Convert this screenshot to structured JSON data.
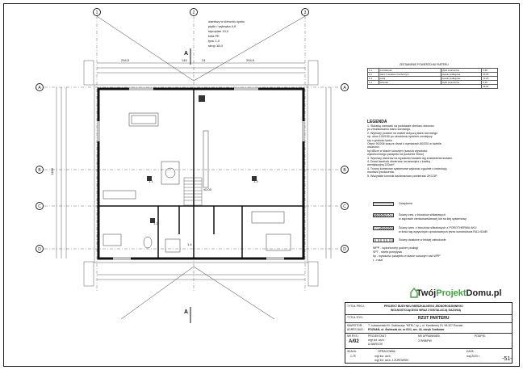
{
  "layers": {
    "title": "warstwy w kierunku tynku",
    "rows": [
      "płytki / wylewka 4,0",
      "styropian 10,0",
      "folia PE",
      "tynk 1,0",
      "strop 18,0"
    ]
  },
  "area_table": {
    "title": "ZESTAWIENIE POWIERZCHNI PARTERU",
    "rows": [
      [
        "1.1",
        "przedsionek",
        "płytki ceramiczne",
        "5,38"
      ],
      [
        "1.2",
        "salon z aneksem kuchennym",
        "panele podłogowe",
        "44,05"
      ],
      [
        "1.3",
        "pokój",
        "panele podłogowe",
        "12,20"
      ],
      [
        "1.4",
        "łazienka",
        "płytki ceramiczne",
        "5,19"
      ]
    ],
    "total": "66,82"
  },
  "legend": {
    "title": "LEGENDA",
    "notes": [
      "1. Stolarkę zamówić na podstawie obmiaru otworów",
      "   po zrealizowaniu stanu surowego.",
      "2. Wymiary podane na osiach dotyczą stanu surowego",
      "   np. okno 100/150 po obrobieniu tynkiem zmniejszy",
      "   się o grubość tynku",
      "   Otwór 90/206 szacze drzwi o wymiarach 80/200 w świetle",
      "   ościeżnic",
      "   hp=85cm w stanie surowym (szacza wysokość",
      "   wykończonego parapetu na poziomie 90cm)",
      "3. Wymiary otworów na wysokości stolarki wg zestawienia stolarki.",
      "4. Drzwi łazienek otwierane na zewnątrz z kratką",
      "   wentylacyjną 220cm².",
      "4. Trzony kominowe systemowe wykonać zgodnie z instrukcją",
      "   montażu producenta.",
      "5. Wszystkie kominki każdorazowo pomierzać ZKCOP."
    ],
    "items": [
      "Ocieplenie",
      "Ściany zew. z bloczków silikatowych",
      "w zaprawie cienkowarstwowej lub na klej systemowy",
      "Ściany wew. z bloczków silikatowych z POROTHERMU AKU",
      "w ilości wg wytycznych opracowanych przez konstruktora RA1=52dB",
      "Ściany działowe w lekkiej zabudowie",
      "WPP - wykończony poziom podłogi",
      "SPT - strefa przepływu",
      "hp - wysokość parapetu w stanie surowym nad WPP",
      "r - ruszt"
    ]
  },
  "plan": {
    "axis_top": [
      "1",
      "2",
      "3"
    ],
    "axis_side": [
      "A",
      "B",
      "C",
      "D"
    ],
    "section_label": "A",
    "dimension_top": [
      "294,5",
      "145",
      "24",
      "294,5"
    ],
    "rooms": [
      "1.1",
      "1.2",
      "1.3",
      "1.4"
    ],
    "dims_left": [
      "1188",
      "360",
      "360"
    ],
    "spot": "±0,00"
  },
  "logo": {
    "part1": "Twój",
    "part2": "Projekt",
    "part3": "Domu.pl"
  },
  "title_block": {
    "project_label": "TYTUŁ PROJ.:",
    "project_title": "PROJEKT BUDYNKU MIESZKALNEGO JEDNORODZINNEGO",
    "project_title2": "WOLNOSTOJĄCEGO WRAZ Z INSTALACJĄ GAZOWĄ",
    "drawing_label": "TYTUŁ RYS.:",
    "drawing_title": "RZUT PARTERU",
    "investor_label": "INWESTOR:",
    "investor": "T. Łukaszewski M. Grabarczyk \"MTEL\" sp. j. ul. Kamiennej 23, 98-327 Poznań",
    "address_label": "ADRES BUD.:",
    "address": "POZNAŃ, ul. Świńczak dz. nr 61/1, arc. 44, obręb Junikowo",
    "num_label": "NR RYS.:",
    "num": "A/02",
    "designer_label": "PROJEKTANT:",
    "designer": "mgr inż. arch.",
    "designer_name": "A.WARCOK",
    "perm_label": "NR UPRAWNIEŃ:",
    "perm": "279/98/PW",
    "sign_label": "PODPIS:",
    "scale_label": "SKALA:",
    "scale": "1:75",
    "prepared_label": "OPRACOWAŁ:",
    "prepared": "mgr inż. arch.",
    "checked": "mgr inż. arch. J.ŻUROWSKI",
    "date_label": "DATA:",
    "date": "maj 2020 r."
  },
  "page_number": "-51-"
}
